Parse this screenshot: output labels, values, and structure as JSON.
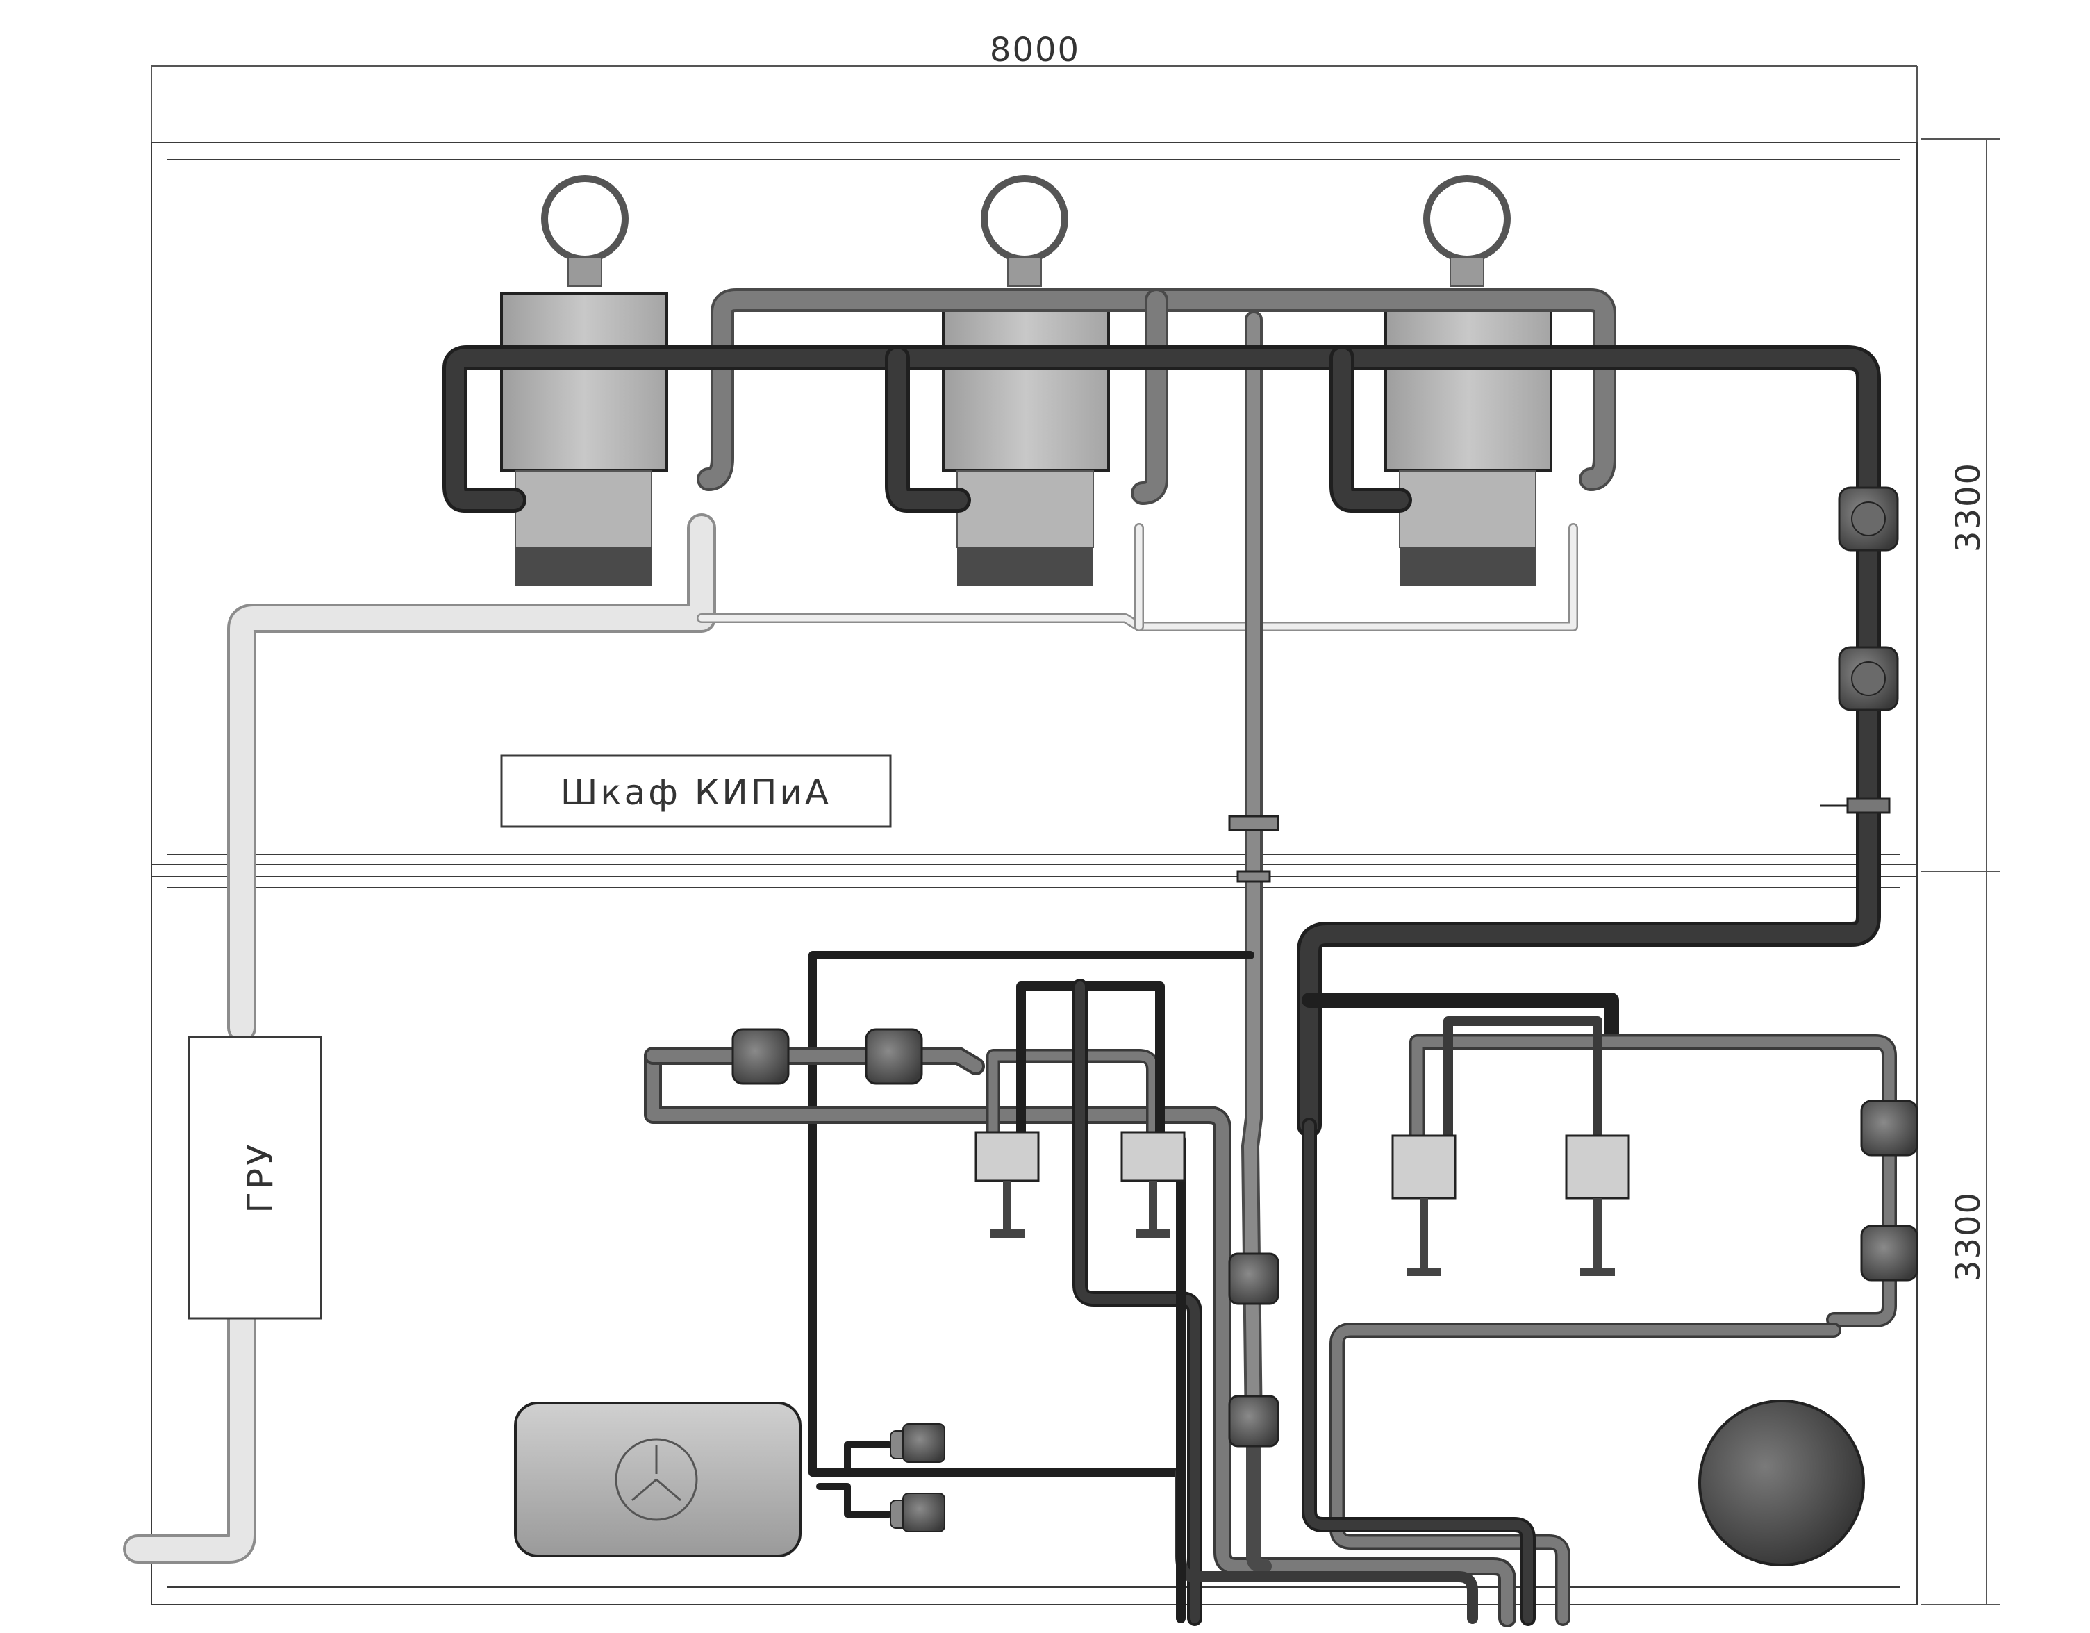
{
  "dimensions": {
    "width": "8000",
    "height_upper": "3300",
    "height_lower": "3300"
  },
  "labels": {
    "cabinet": "Шкаф КИПиА",
    "gas_unit": "ГРУ"
  },
  "boilers": [
    {
      "id": "boiler-1"
    },
    {
      "id": "boiler-2"
    },
    {
      "id": "boiler-3"
    }
  ],
  "colors": {
    "background": "#ffffff",
    "outline": "#3a3a3a",
    "pipe_dark": "#2b2b2b",
    "pipe_mid": "#6f6f6f",
    "pipe_gas": "#d9d9d9",
    "boiler_body": "#bdbdbd",
    "boiler_base": "#4a4a4a"
  }
}
